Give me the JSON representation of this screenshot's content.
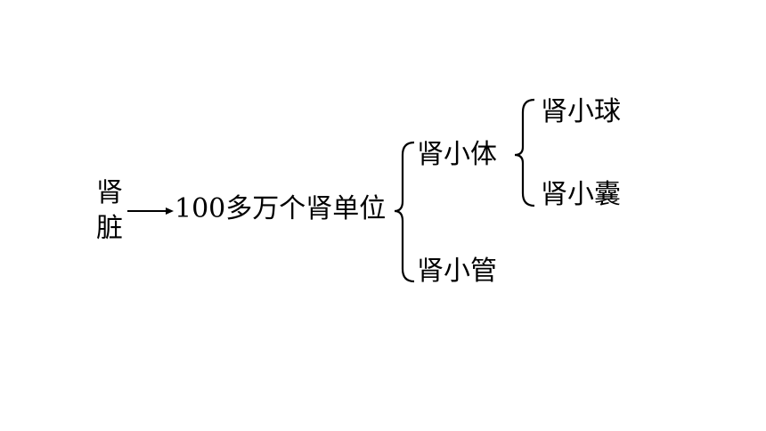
{
  "diagram": {
    "root": {
      "line1": "肾",
      "line2": "脏"
    },
    "level1": {
      "label": "100多万个肾单位"
    },
    "level2": [
      {
        "label": "肾小体"
      },
      {
        "label": "肾小管"
      }
    ],
    "level3": [
      {
        "label": "肾小球"
      },
      {
        "label": "肾小囊"
      }
    ]
  },
  "colors": {
    "text": "#000000",
    "background": "#ffffff"
  }
}
